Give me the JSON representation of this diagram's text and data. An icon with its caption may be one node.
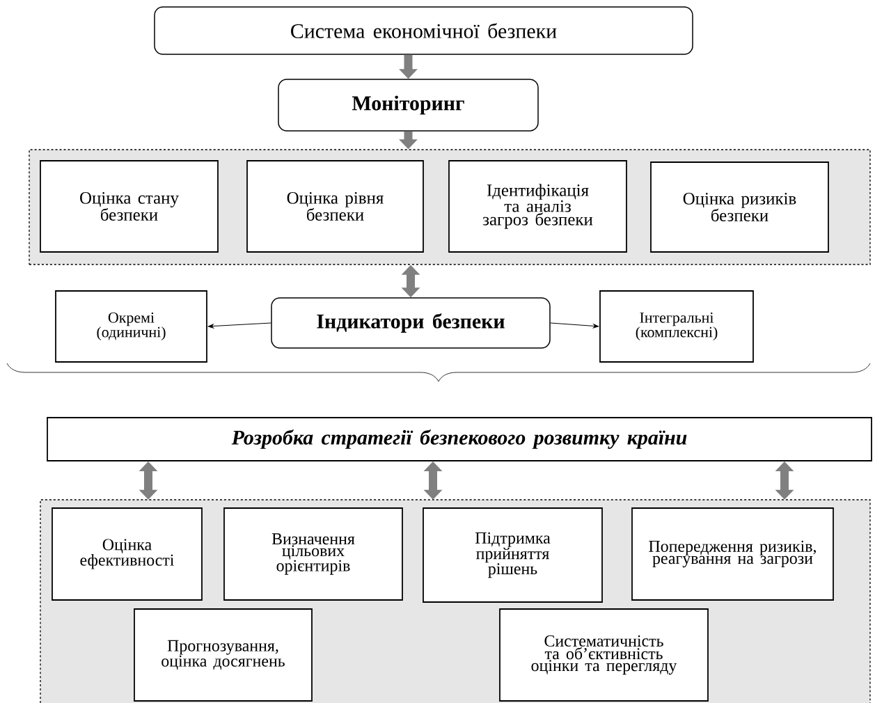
{
  "diagram": {
    "nodes": [
      {
        "text": [
          "Система економічної безпеки"
        ]
      },
      {
        "text": [
          "Моніторинг"
        ]
      },
      {
        "text": [],
        "shape": "box"
      },
      {
        "text": [
          "Оцінка стану безпеки"
        ],
        "in": 2
      },
      {
        "text": [
          "Оцінка рівня безпеки"
        ],
        "in": 2
      },
      {
        "text": [
          "Ідентифікація та аналіз загроз безпеки"
        ],
        "in": 2
      },
      {
        "text": [
          "Оцінка ризиків безпеки"
        ],
        "in": 2
      },
      {
        "text": [
          "Окремі (одиничні)"
        ]
      },
      {
        "text": [
          "Індикатори безпеки"
        ]
      },
      {
        "text": [
          "Інтегральні (комплексні)"
        ]
      },
      {
        "text": [
          "Розробка стратегії безпекового розвитку країни"
        ]
      },
      {
        "text": [],
        "shape": "box"
      },
      {
        "text": [
          "Оцінка ефективності"
        ],
        "in": 11
      },
      {
        "text": [
          "Визначення цільових орієнтирів"
        ],
        "in": 11
      },
      {
        "text": [
          "Підтримка прийняття рішень"
        ],
        "in": 11
      },
      {
        "text": [
          "Попередження ризиків, реагування на загрози"
        ],
        "in": 11
      },
      {
        "text": [
          "Прогнозування, оцінка досягнень"
        ],
        "in": 11
      },
      {
        "text": [
          "Систематичність та об’єктивність оцінки та перегляду"
        ],
        "in": 11
      }
    ],
    "edges": [
      {
        "from": 0,
        "to": 1,
        "arrow": "to"
      },
      {
        "from": 1,
        "to": 2,
        "arrow": "to"
      },
      {
        "from": 2,
        "to": 8,
        "arrow": "both"
      },
      {
        "from": 8,
        "to": 7,
        "arrow": "to",
        "color": "#000000"
      },
      {
        "from": 8,
        "to": 9,
        "arrow": "to",
        "color": "#000000"
      },
      {
        "from": 10,
        "to": 11,
        "arrow": "both"
      },
      {
        "from": 10,
        "to": 11,
        "arrow": "both"
      },
      {
        "from": 10,
        "to": 11,
        "arrow": "both"
      }
    ]
  }
}
